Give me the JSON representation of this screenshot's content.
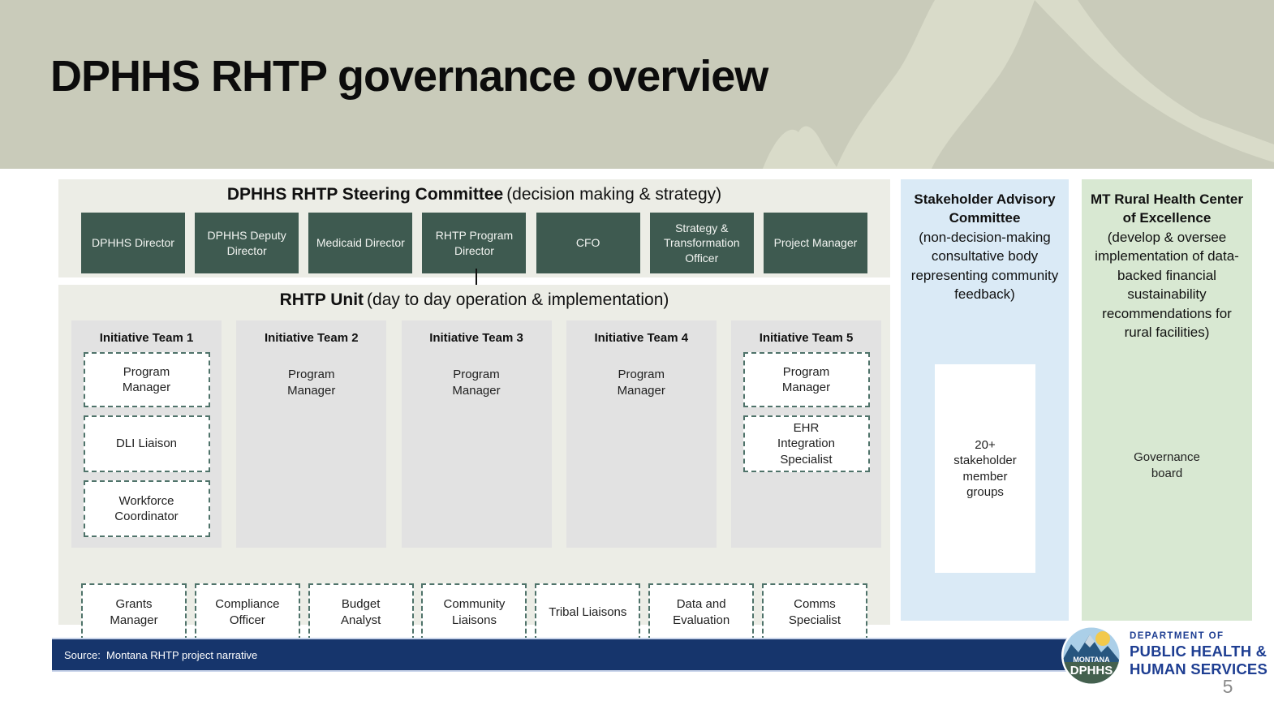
{
  "header": {
    "title": "DPHHS RHTP governance overview"
  },
  "steering": {
    "title": "DPHHS RHTP Steering Committee",
    "subtitle": "(decision making & strategy)",
    "members": [
      "DPHHS Director",
      "DPHHS Deputy Director",
      "Medicaid Director",
      "RHTP Program Director",
      "CFO",
      "Strategy & Transformation Officer",
      "Project Manager"
    ]
  },
  "unit": {
    "title": "RHTP Unit",
    "subtitle": "(day to day operation & implementation)",
    "teams": [
      {
        "name": "Initiative Team 1",
        "roles": [
          "Program Manager",
          "DLI Liaison",
          "Workforce Coordinator"
        ]
      },
      {
        "name": "Initiative Team 2",
        "roles": [
          "Program Manager"
        ]
      },
      {
        "name": "Initiative Team 3",
        "roles": [
          "Program Manager"
        ]
      },
      {
        "name": "Initiative Team 4",
        "roles": [
          "Program Manager"
        ]
      },
      {
        "name": "Initiative Team 5",
        "roles": [
          "Program Manager",
          "EHR Integration Specialist"
        ]
      }
    ],
    "shared_roles": [
      "Grants Manager",
      "Compliance Officer",
      "Budget Analyst",
      "Community Liaisons",
      "Tribal Liaisons",
      "Data and Evaluation",
      "Comms Specialist"
    ]
  },
  "stakeholder": {
    "title": "Stakeholder Advisory Committee",
    "subtitle": "(non-decision-making consultative body representing community feedback)",
    "box_label": "20+ stakeholder member groups"
  },
  "coe": {
    "title": "MT Rural Health Center of Excellence",
    "subtitle": "(develop & oversee implementation of data-backed financial sustainability recommendations for rural facilities)",
    "label": "Governance board"
  },
  "footer": {
    "source": "Source:  Montana RHTP project narrative",
    "logo_top": "MONTANA",
    "logo_bottom": "DPHHS",
    "dept_line1": "DEPARTMENT OF",
    "dept_line2": "PUBLIC HEALTH &",
    "dept_line3": "HUMAN SERVICES",
    "page_number": "5"
  },
  "colors": {
    "banner_bg": "#c9cbba",
    "mountain": "#d9dbc9",
    "panel_bg": "#ecede6",
    "committee_box": "#3e5a50",
    "team_column": "#e2e2e2",
    "dashed_border": "#4f736a",
    "stakeholder_bg": "#daeaf6",
    "coe_bg": "#d8e8d2",
    "source_bar": "#16356c",
    "dept_navy": "#1e3e92"
  }
}
